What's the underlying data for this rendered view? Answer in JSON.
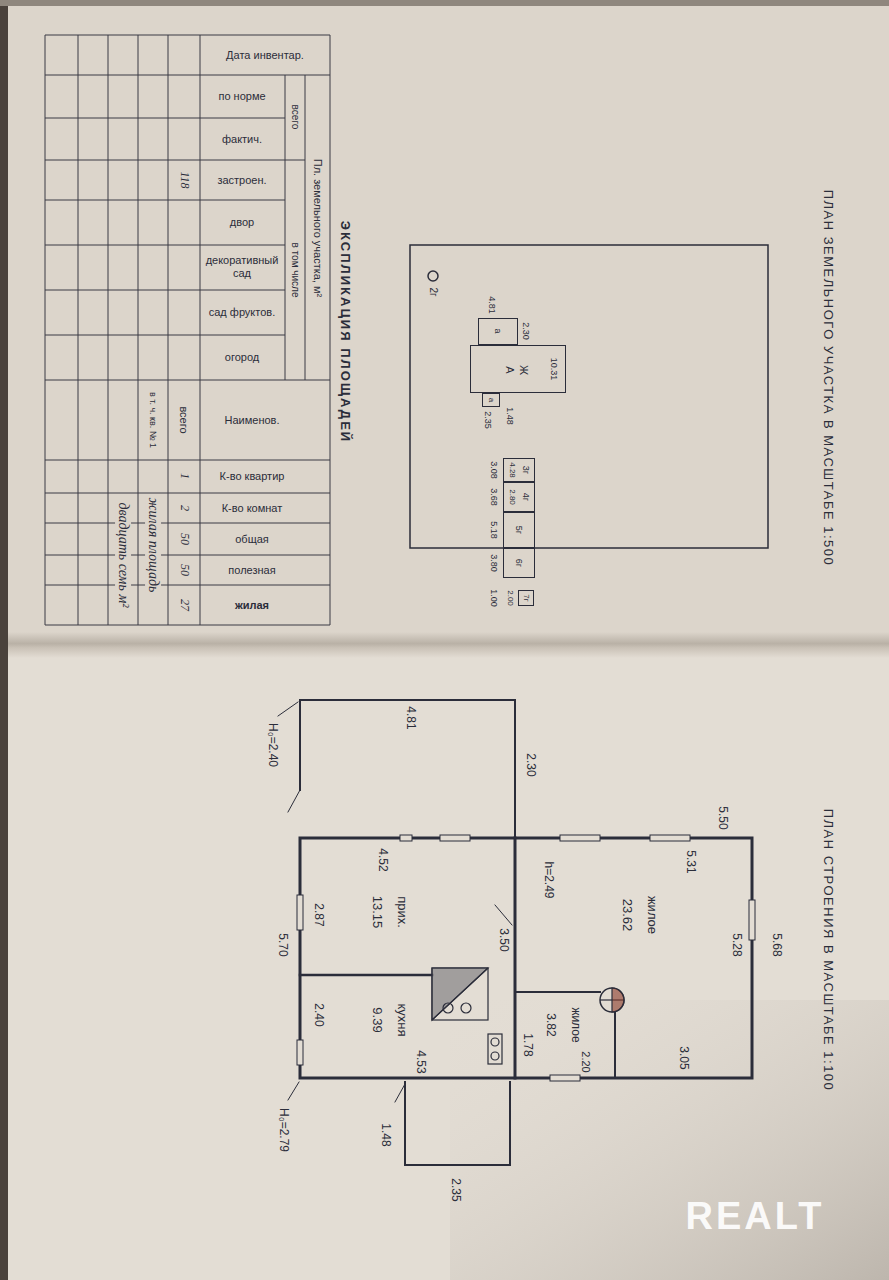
{
  "diagram": {
    "nodes": [
      {
        "text": [
          "а"
        ]
      },
      {
        "text": [
          "Ж",
          "А"
        ]
      },
      {
        "text": [
          "а"
        ]
      },
      {
        "text": [
          "3г"
        ]
      },
      {
        "text": [
          "4г"
        ]
      },
      {
        "text": [
          "5г"
        ]
      },
      {
        "text": [
          "6г"
        ]
      },
      {
        "text": [
          "7г"
        ]
      },
      {
        "text": [
          "жилое",
          "23.62"
        ]
      },
      {
        "text": [
          "жилое",
          "3.82"
        ]
      },
      {
        "text": [
          "прих.",
          "13.15"
        ]
      },
      {
        "text": [
          "кухня",
          "9.39"
        ]
      }
    ],
    "labels": [
      "ПЛАН ЗЕМЕЛЬНОГО УЧАСТКА В МАСШТАБЕ 1:500",
      "ПЛАН СТРОЕНИЯ В МАСШТАБЕ 1:100",
      "ЭКСПЛИКАЦИЯ ПЛОЩАДЕЙ",
      "Дата инвентар.",
      "Пл. земельного участка, м²",
      "всего",
      "в том числе",
      "по норме",
      "фактич.",
      "застроен.",
      "двор",
      "декоративный сад",
      "сад фруктов.",
      "огород",
      "Наименов.",
      "К-во квартир",
      "К-во комнат",
      "общая",
      "полезная",
      "жилая",
      "118",
      "всего",
      "в т. ч. кв. № 1",
      "1",
      "2",
      "50",
      "50",
      "27",
      "жилая площадь",
      "двадцать семь м²",
      "2г",
      "4.81",
      "2.30",
      "10.31",
      "2.35",
      "1.48",
      "3.08",
      "3.68",
      "5.18",
      "3.80",
      "1.00",
      "4.28",
      "2.80",
      "2.00",
      "4.81",
      "Н₀=2.40",
      "2.30",
      "4.52",
      "5.50",
      "5.31",
      "h=2.49",
      "5.68",
      "5.28",
      "3.50",
      "5.70",
      "2.87",
      "2.40",
      "1.78",
      "2.20",
      "3.05",
      "4.53",
      "Н₀=2.79",
      "1.48",
      "2.35",
      "REALT"
    ]
  }
}
